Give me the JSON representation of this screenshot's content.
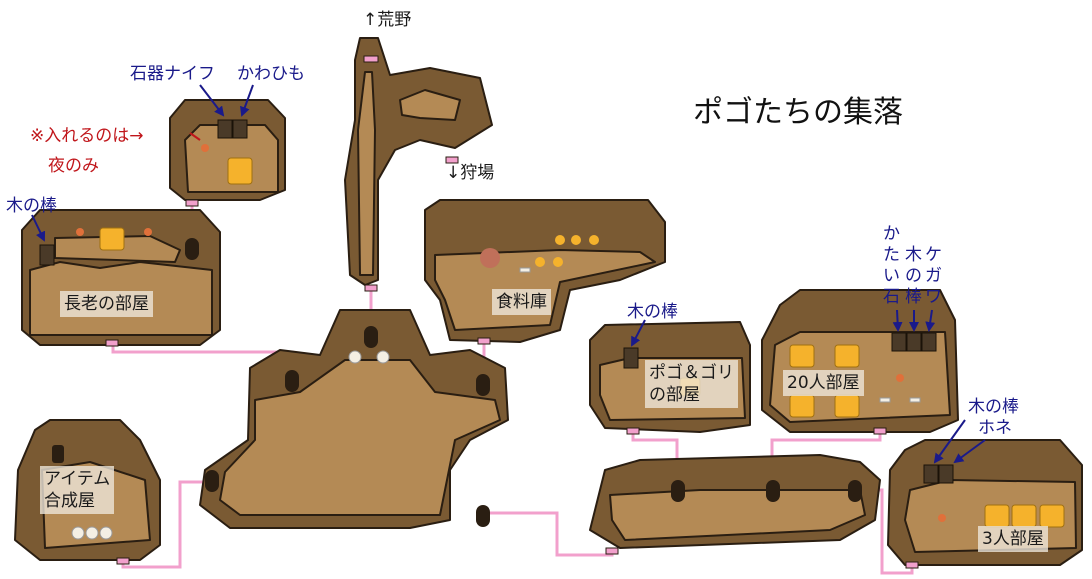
{
  "title": "ポゴたちの集落",
  "exits": {
    "north": "↑荒野",
    "hunting": "↓狩場"
  },
  "rooms": {
    "elder": "長老の部屋",
    "food": "食料庫",
    "pogo_gori_1": "ポゴ＆ゴリ",
    "pogo_gori_2": "の部屋",
    "room20": "20人部屋",
    "room3": "3人部屋",
    "item_1": "アイテム",
    "item_2": "合成屋"
  },
  "items": {
    "stone_knife": "石器ナイフ",
    "leather_cord": "かわひも",
    "stick_elder": "木の棒",
    "stick_pogo": "木の棒",
    "hard_stone_chars": [
      "か",
      "た",
      "い",
      "石"
    ],
    "stick_20_chars": [
      "木",
      "の",
      "棒"
    ],
    "kegawa_chars": [
      "ケ",
      "ガ",
      "ワ"
    ],
    "stick_3": "木の棒",
    "bone_3": "ホネ"
  },
  "notes": {
    "night_1": "※入れるのは→",
    "night_2": "夜のみ"
  },
  "colors": {
    "floor": "#b48a55",
    "wall": "#7a5a33",
    "outline": "#2a1e12",
    "path": "#f2a0cc",
    "item_text": "#1a1a8a",
    "note_text": "#c0161b",
    "room_label_bg": "#eee8dc",
    "orange": "#f5b22c"
  }
}
